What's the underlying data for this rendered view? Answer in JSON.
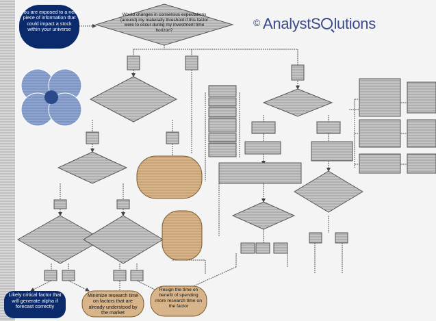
{
  "logo": {
    "copyright": "©",
    "name_before": "AnalystS",
    "name_after": "lutions",
    "icon": "magnifying-glass-icon"
  },
  "nodes": {
    "start": "You are exposed to a new piece of information that could impact a stock within your universe",
    "top_decision": "Would changes in consensus expectations (around) my materially threshold if this factor were to occur during my investment time horizon?",
    "outcome_alpha": "Likely critical factor that will generate alpha if forecast correctly",
    "outcome_minimize": "Minimize research time on factors that are already understood by the market",
    "outcome_spend": "Resign the time on benefit of spending more research time on the factor"
  },
  "colors": {
    "navy": "#0b2a6b",
    "tan": "#d7b48a",
    "tan_border": "#7a5a2b",
    "light_blue": "#7f97c4",
    "gray_box": "#bdbdbd",
    "gray_diamond": "#c9c9c9",
    "stroke": "#3a3a3a"
  }
}
